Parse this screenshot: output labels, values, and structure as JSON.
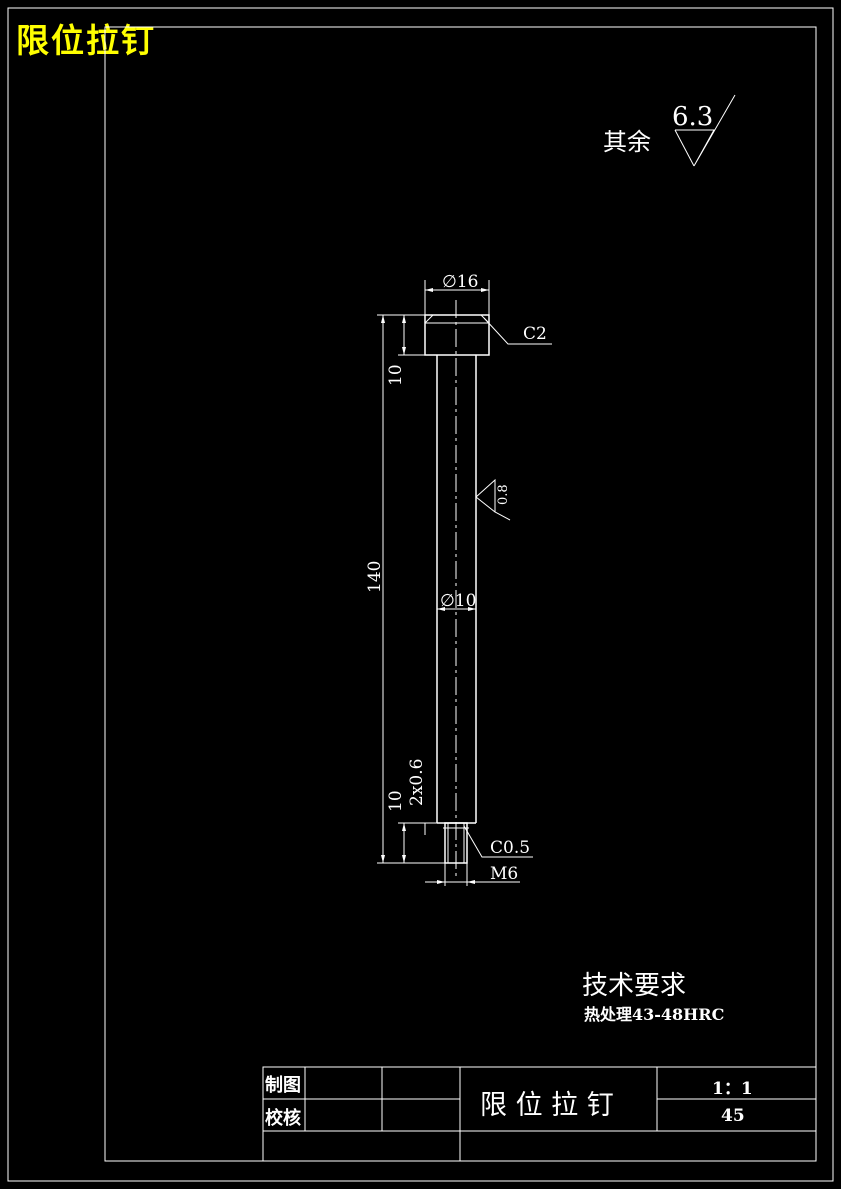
{
  "header_title": "限位拉钉",
  "roughness": {
    "prefix": "其余",
    "value": "6.3"
  },
  "dims": {
    "head_diameter": "∅16",
    "chamfer": "C2",
    "head_height": "10",
    "total_length": "140",
    "shaft_roughness": "0.8",
    "shaft_diameter": "∅10",
    "groove": "2x0.6",
    "thread_length": "10",
    "thread_chamfer": "C0.5",
    "thread": "M6"
  },
  "tech": {
    "heading": "技术要求",
    "line1": "热处理43-48HRC"
  },
  "title_block": {
    "drawn_label": "制图",
    "checked_label": "校核",
    "part_name": "限 位 拉 钉",
    "scale": "1：1",
    "material": "45"
  }
}
